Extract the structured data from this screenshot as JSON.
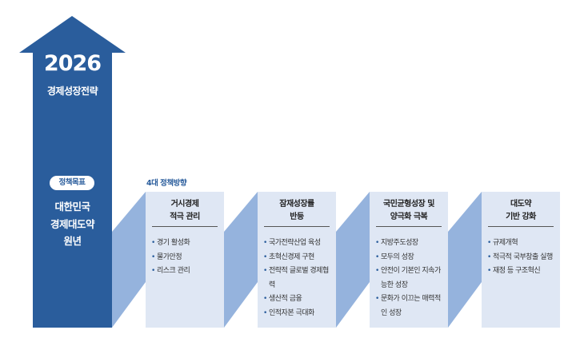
{
  "colors": {
    "arrow": "#2a5d9c",
    "connector": "#95b3dd",
    "card": "#dfe7f4"
  },
  "arrow": {
    "year": "2026",
    "subtitle": "경제성장전략",
    "goal_badge": "정책목표",
    "goal_lines": [
      "대한민국",
      "경제대도약",
      "원년"
    ]
  },
  "directions_title": "4대 정책방향",
  "cards": [
    {
      "title": [
        "거시경제",
        "적극 관리"
      ],
      "items": [
        "경기 활성화",
        "물가안정",
        "리스크 관리"
      ]
    },
    {
      "title": [
        "잠재성장률",
        "반등"
      ],
      "items": [
        "국가전략산업 육성",
        "초혁신경제 구현",
        "전략적 글로벌 경제협력",
        "생산적 금융",
        "인적자본 극대화"
      ]
    },
    {
      "title": [
        "국민균형성장 및",
        "양극화 극복"
      ],
      "items": [
        "지방주도성장",
        "모두의 성장",
        "안전이 기본인 지속가능한 성장",
        "문화가 이끄는 매력적인 성장"
      ]
    },
    {
      "title": [
        "대도약",
        "기반 강화"
      ],
      "items": [
        "규제개혁",
        "적극적 국부창출 실행",
        "재정 등 구조혁신"
      ]
    }
  ]
}
